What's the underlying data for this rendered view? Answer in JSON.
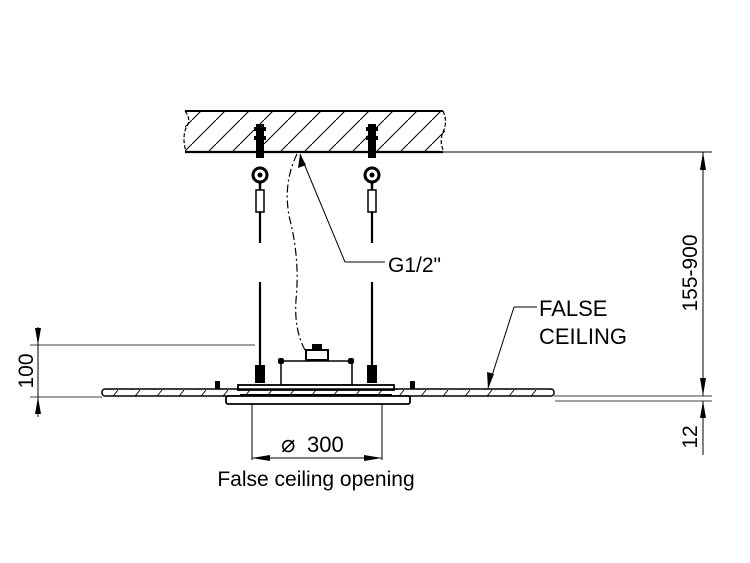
{
  "diagram": {
    "type": "technical-drawing",
    "subject": "Ceiling-suspended shower head installation section"
  },
  "labels": {
    "connection": "G1/2\"",
    "false_ceiling": [
      "FALSE",
      "CEILING"
    ],
    "opening_caption": "False ceiling opening",
    "opening_symbol": "⌀",
    "opening_value": "300"
  },
  "dimensions": {
    "suspension_range": "155-900",
    "body_height": "100",
    "panel_thickness": "12"
  },
  "colors": {
    "line": "#000000",
    "background": "#ffffff"
  }
}
